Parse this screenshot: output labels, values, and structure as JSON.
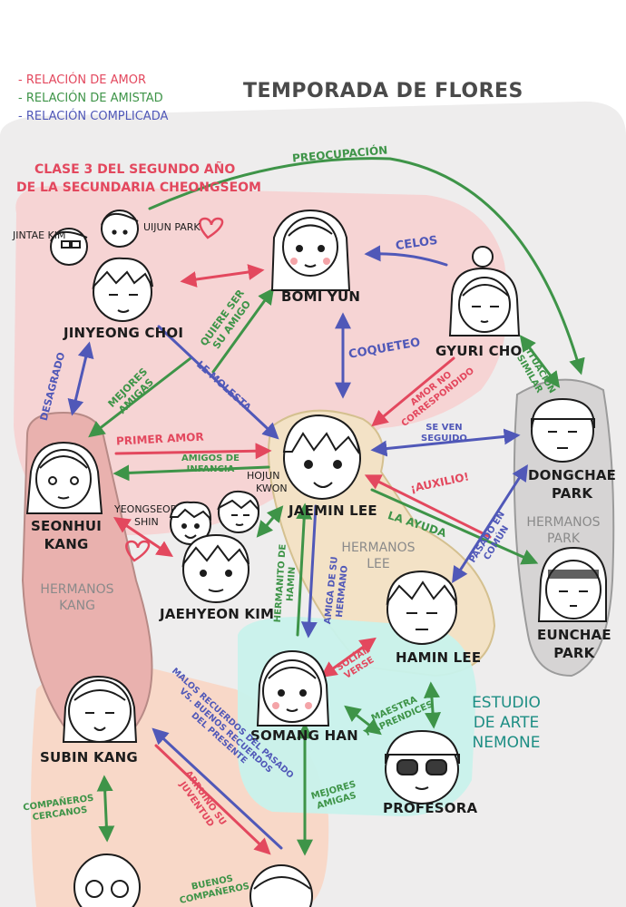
{
  "colors": {
    "love": "#e3485e",
    "friendship": "#3e9448",
    "complicated": "#5058b8",
    "page_bg": "#ffffff",
    "panel_bg": "#eeeded",
    "class_region": "#f6d3d3",
    "kang_region": "#e9b1ae",
    "park_region": "#d6d4d4",
    "lee_region": "#f3e2c6",
    "studio_region": "#c8f2ec",
    "bottom_region": "#f8d8c8"
  },
  "legend": {
    "love": "- RELACIÓN DE AMOR",
    "friendship": "- RELACIÓN DE AMISTAD",
    "complicated": "- RELACIÓN COMPLICADA"
  },
  "title": "TEMPORADA DE FLORES",
  "groups": {
    "class_line1": "CLASE 3 DEL SEGUNDO AÑO",
    "class_line2": "DE LA SECUNDARIA CHEONGSEOM",
    "kang_line1": "HERMANOS",
    "kang_line2": "KANG",
    "lee_line1": "HERMANOS",
    "lee_line2": "LEE",
    "park_line1": "HERMANOS",
    "park_line2": "PARK",
    "studio_line1": "ESTUDIO",
    "studio_line2": "DE ARTE",
    "studio_line3": "NEMONE"
  },
  "characters": {
    "jintae": "JINTAE KIM",
    "uijun": "UIJUN PARK",
    "jinyeong": "JINYEONG CHOI",
    "bomi": "BOMI YUN",
    "gyuri": "GYURI CHO",
    "seonhui_1": "SEONHUI",
    "seonhui_2": "KANG",
    "yeongseop_1": "YEONGSEOP",
    "yeongseop_2": "SHIN",
    "hojun_1": "HOJUN",
    "hojun_2": "KWON",
    "jaemin": "JAEMIN LEE",
    "dongchae_1": "DONGCHAE",
    "dongchae_2": "PARK",
    "jaehyeon": "JAEHYEON KIM",
    "eunchae_1": "EUNCHAE",
    "eunchae_2": "PARK",
    "hamin": "HAMIN LEE",
    "somang": "SOMANG HAN",
    "subin": "SUBIN KANG",
    "profesora": "PROFESORA"
  },
  "relations": {
    "preocupacion": "PREOCUPACIÓN",
    "celos": "CELOS",
    "quiere_1": "QUIERE SER",
    "quiere_2": "SU AMIGO",
    "le_molesta": "LE MOLESTA",
    "coqueteo": "COQUETEO",
    "mejores_1": "MEJORES",
    "mejores_2": "AMIGAS",
    "desagrado": "DESAGRADO",
    "amor_1": "AMOR NO",
    "amor_2": "CORRESPONDIDO",
    "situacion_1": "SITUACIÓN",
    "situacion_2": "SIMILAR",
    "primer_amor": "PRIMER AMOR",
    "infancia_1": "AMIGOS DE",
    "infancia_2": "INFANCIA",
    "se_ven_1": "SE VEN",
    "se_ven_2": "SEGUIDO",
    "auxilio": "¡AUXILIO!",
    "la_ayuda": "LA AYUDA",
    "pasado_1": "PASADO EN",
    "pasado_2": "COMÚN",
    "hermanito_1": "HERMANITO DE",
    "hermanito_2": "HAMIN",
    "amiga_1": "AMIGA DE SU",
    "amiga_2": "HERMANO",
    "solian_1": "SOLÍAN",
    "solian_2": "VERSE",
    "malos_1": "MALOS RECUERDOS DEL PASADO",
    "malos_2": "VS. BUENOS RECUERDOS",
    "malos_3": "DEL PRESENTE",
    "arruino_1": "ARRUINÓ SU",
    "arruino_2": "JUVENTUD",
    "maestra_1": "MAESTRA",
    "maestra_2": "Y APRENDICES",
    "companeros_1": "COMPAÑEROS",
    "companeros_2": "CERCANOS",
    "mejores2_1": "MEJORES",
    "mejores2_2": "AMIGAS",
    "buenos_1": "BUENOS",
    "buenos_2": "COMPAÑEROS"
  }
}
